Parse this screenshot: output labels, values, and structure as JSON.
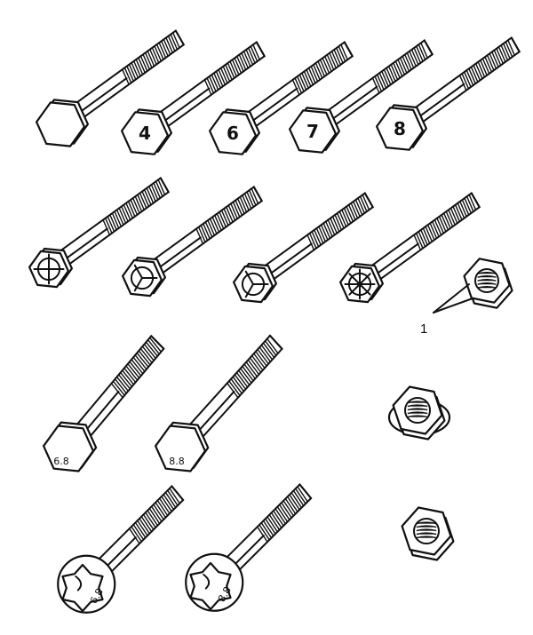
{
  "row1": {
    "marks": [
      "4",
      "6",
      "7",
      "8"
    ]
  },
  "row3": {
    "grades": [
      "6.8",
      "8.8"
    ]
  },
  "row4": {
    "grades": [
      "6.8",
      "8.8"
    ]
  },
  "callout": {
    "label": "1"
  },
  "colors": {
    "ink": "#111111",
    "paper": "#ffffff"
  }
}
